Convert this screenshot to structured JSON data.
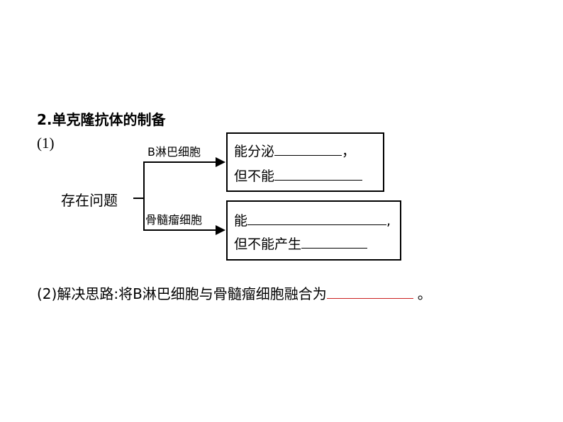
{
  "title": "2.单克隆抗体的制备",
  "part1": {
    "label": "(1)",
    "root": "存在问题",
    "b_cell": {
      "label": "B淋巴细胞",
      "line1_prefix": "能分泌",
      "line1_suffix": "，",
      "line2_prefix": "但不能"
    },
    "myeloma": {
      "label": "骨髓瘤细胞",
      "line1_prefix": "能",
      "line1_suffix": ",",
      "line2_prefix": "但不能产生"
    }
  },
  "part2": {
    "text": "(2)解决思路:将B淋巴细胞与骨髓瘤细胞融合为",
    "suffix": "。"
  },
  "answer_color": "#cc2222"
}
